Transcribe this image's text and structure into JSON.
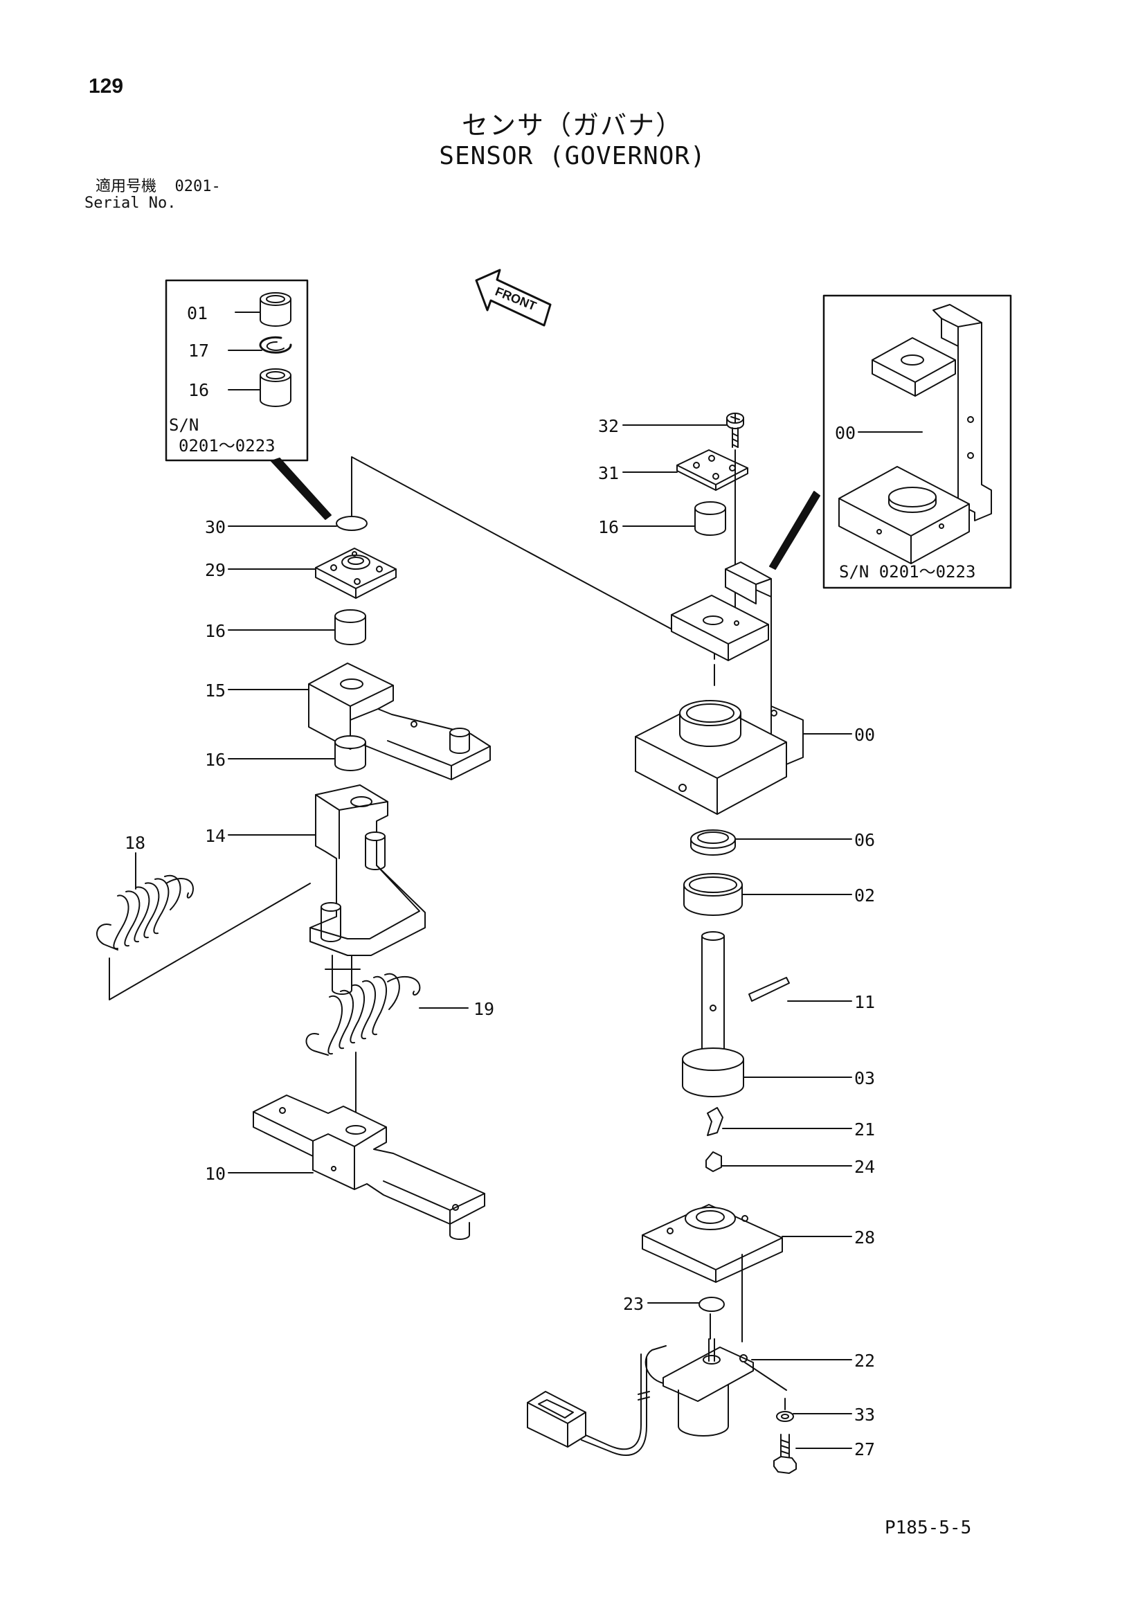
{
  "header": {
    "page_number": "129",
    "title_jp": "センサ（ガバナ）",
    "title_en": "SENSOR (GOVERNOR)",
    "serial_label_jp": "適用号機",
    "serial_value": "0201-",
    "serial_label_en": "Serial No."
  },
  "diagram": {
    "front_label": "FRONT",
    "inset_left": {
      "sn_label": "S/N",
      "sn_range": "0201～0223"
    },
    "inset_right": {
      "sn_text": "S/N 0201～0223"
    },
    "callouts": {
      "in_01": "01",
      "in_17": "17",
      "in_16": "16",
      "in_00": "00",
      "c30": "30",
      "c29": "29",
      "c16a": "16",
      "c15": "15",
      "c16b": "16",
      "c14": "14",
      "c18": "18",
      "c19": "19",
      "c10": "10",
      "c32": "32",
      "c31": "31",
      "c16c": "16",
      "c00": "00",
      "c06": "06",
      "c02": "02",
      "c11": "11",
      "c03": "03",
      "c21": "21",
      "c24": "24",
      "c28": "28",
      "c23": "23",
      "c22": "22",
      "c33": "33",
      "c27": "27"
    }
  },
  "footer": {
    "code": "P185-5-5"
  }
}
